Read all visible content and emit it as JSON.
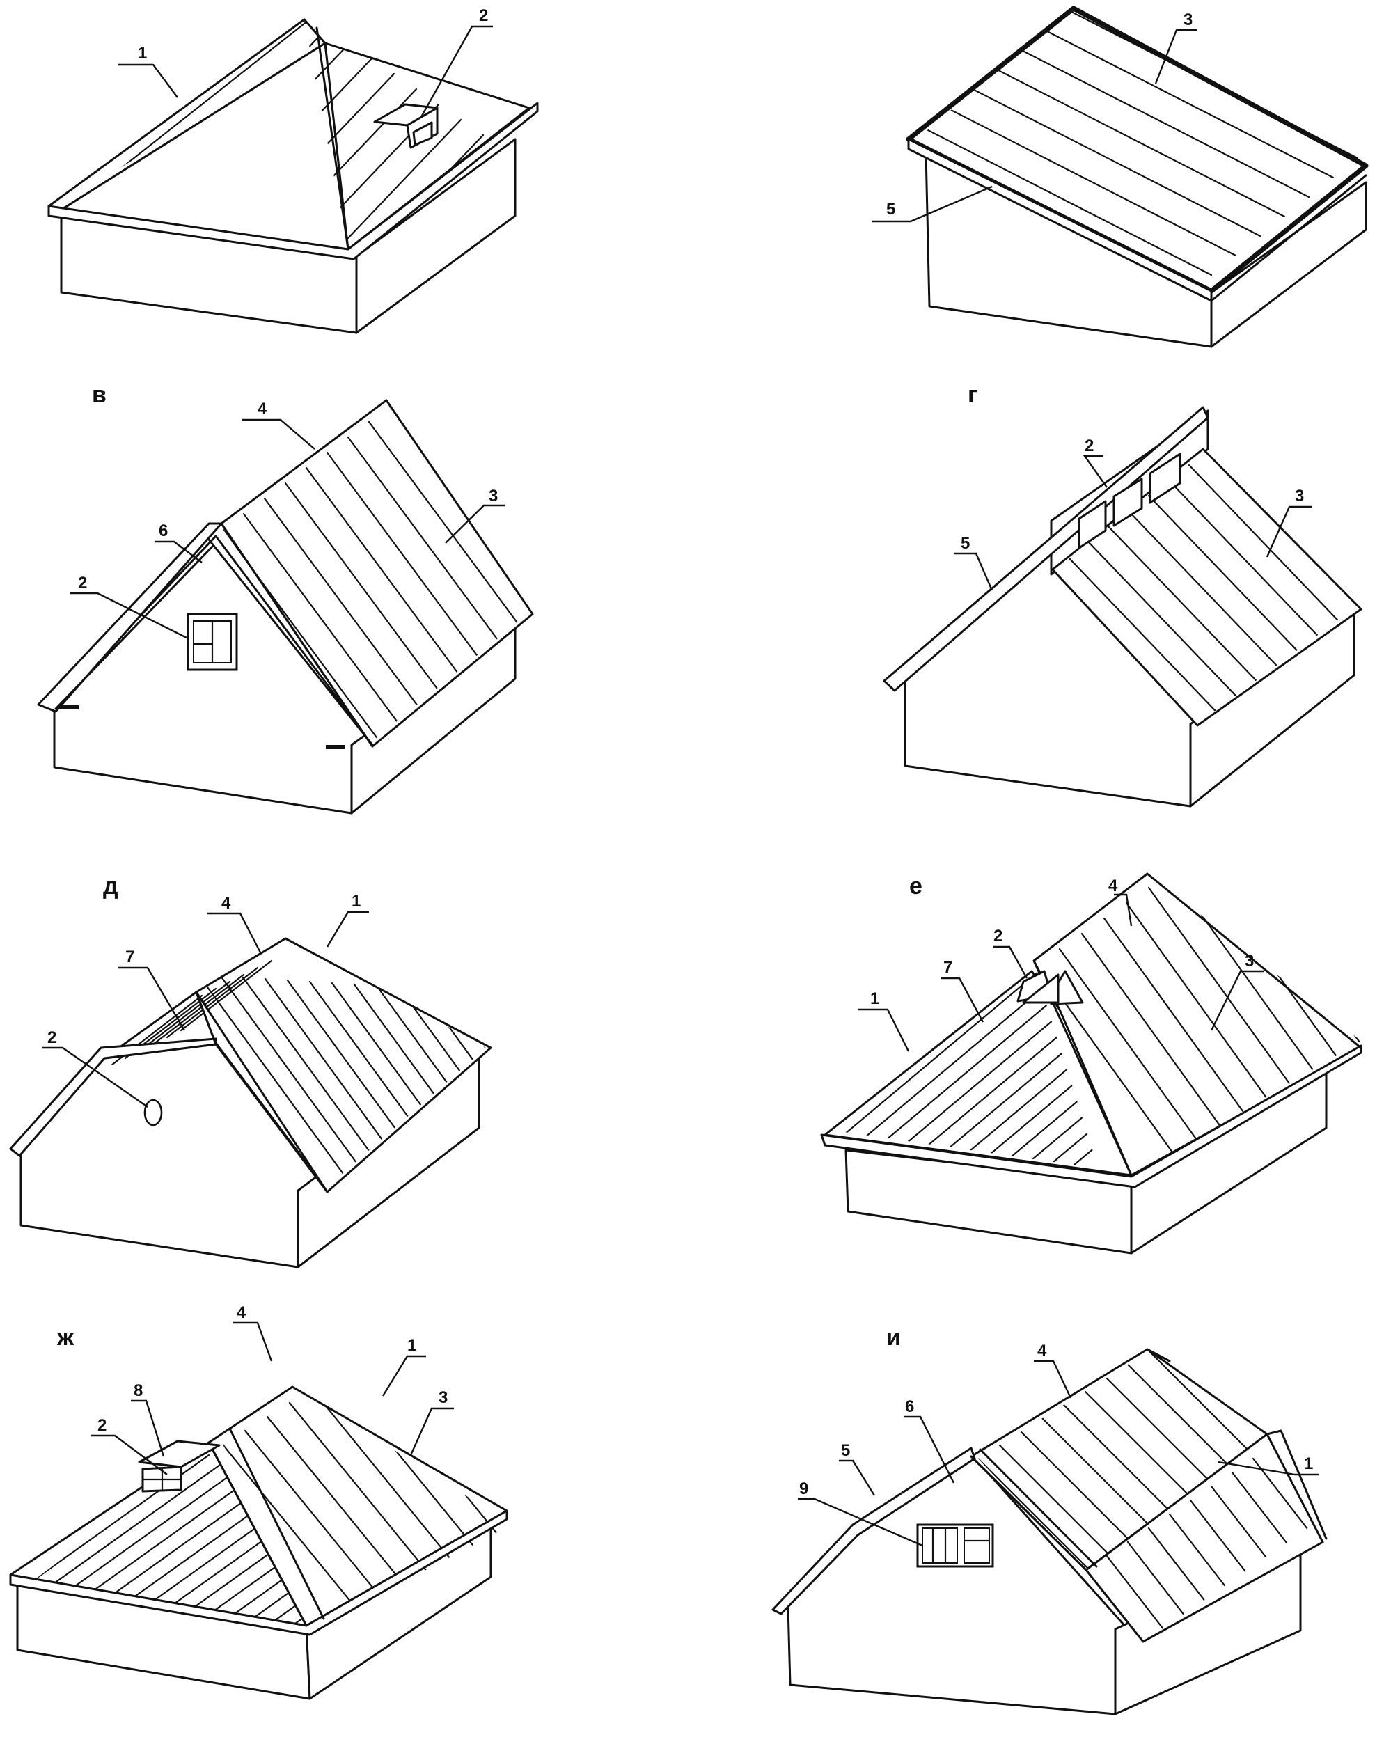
{
  "panels": [
    {
      "letter": "",
      "callouts": {
        "c1": "1",
        "c2": "2"
      }
    },
    {
      "letter": "",
      "callouts": {
        "c3": "3",
        "c5": "5"
      }
    },
    {
      "letter": "в",
      "callouts": {
        "c4": "4",
        "c3": "3",
        "c6": "6",
        "c2": "2"
      }
    },
    {
      "letter": "г",
      "callouts": {
        "c2": "2",
        "c3": "3",
        "c5": "5"
      }
    },
    {
      "letter": "д",
      "callouts": {
        "c4": "4",
        "c1": "1",
        "c7": "7",
        "c2": "2"
      }
    },
    {
      "letter": "е",
      "callouts": {
        "c4": "4",
        "c2": "2",
        "c7": "7",
        "c3": "3",
        "c1": "1"
      }
    },
    {
      "letter": "ж",
      "callouts": {
        "c4": "4",
        "c1": "1",
        "c8": "8",
        "c3": "3",
        "c2": "2"
      }
    },
    {
      "letter": "и",
      "callouts": {
        "c4": "4",
        "c6": "6",
        "c5": "5",
        "c1": "1",
        "c9": "9"
      }
    }
  ]
}
